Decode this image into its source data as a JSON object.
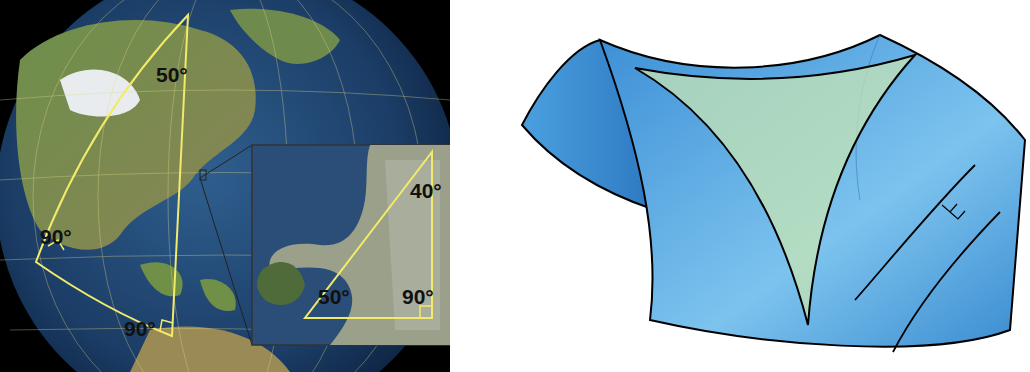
{
  "diagram": {
    "labels": [
      "50°",
      "90°",
      "90°",
      "40°",
      "50°",
      "90°"
    ]
  }
}
